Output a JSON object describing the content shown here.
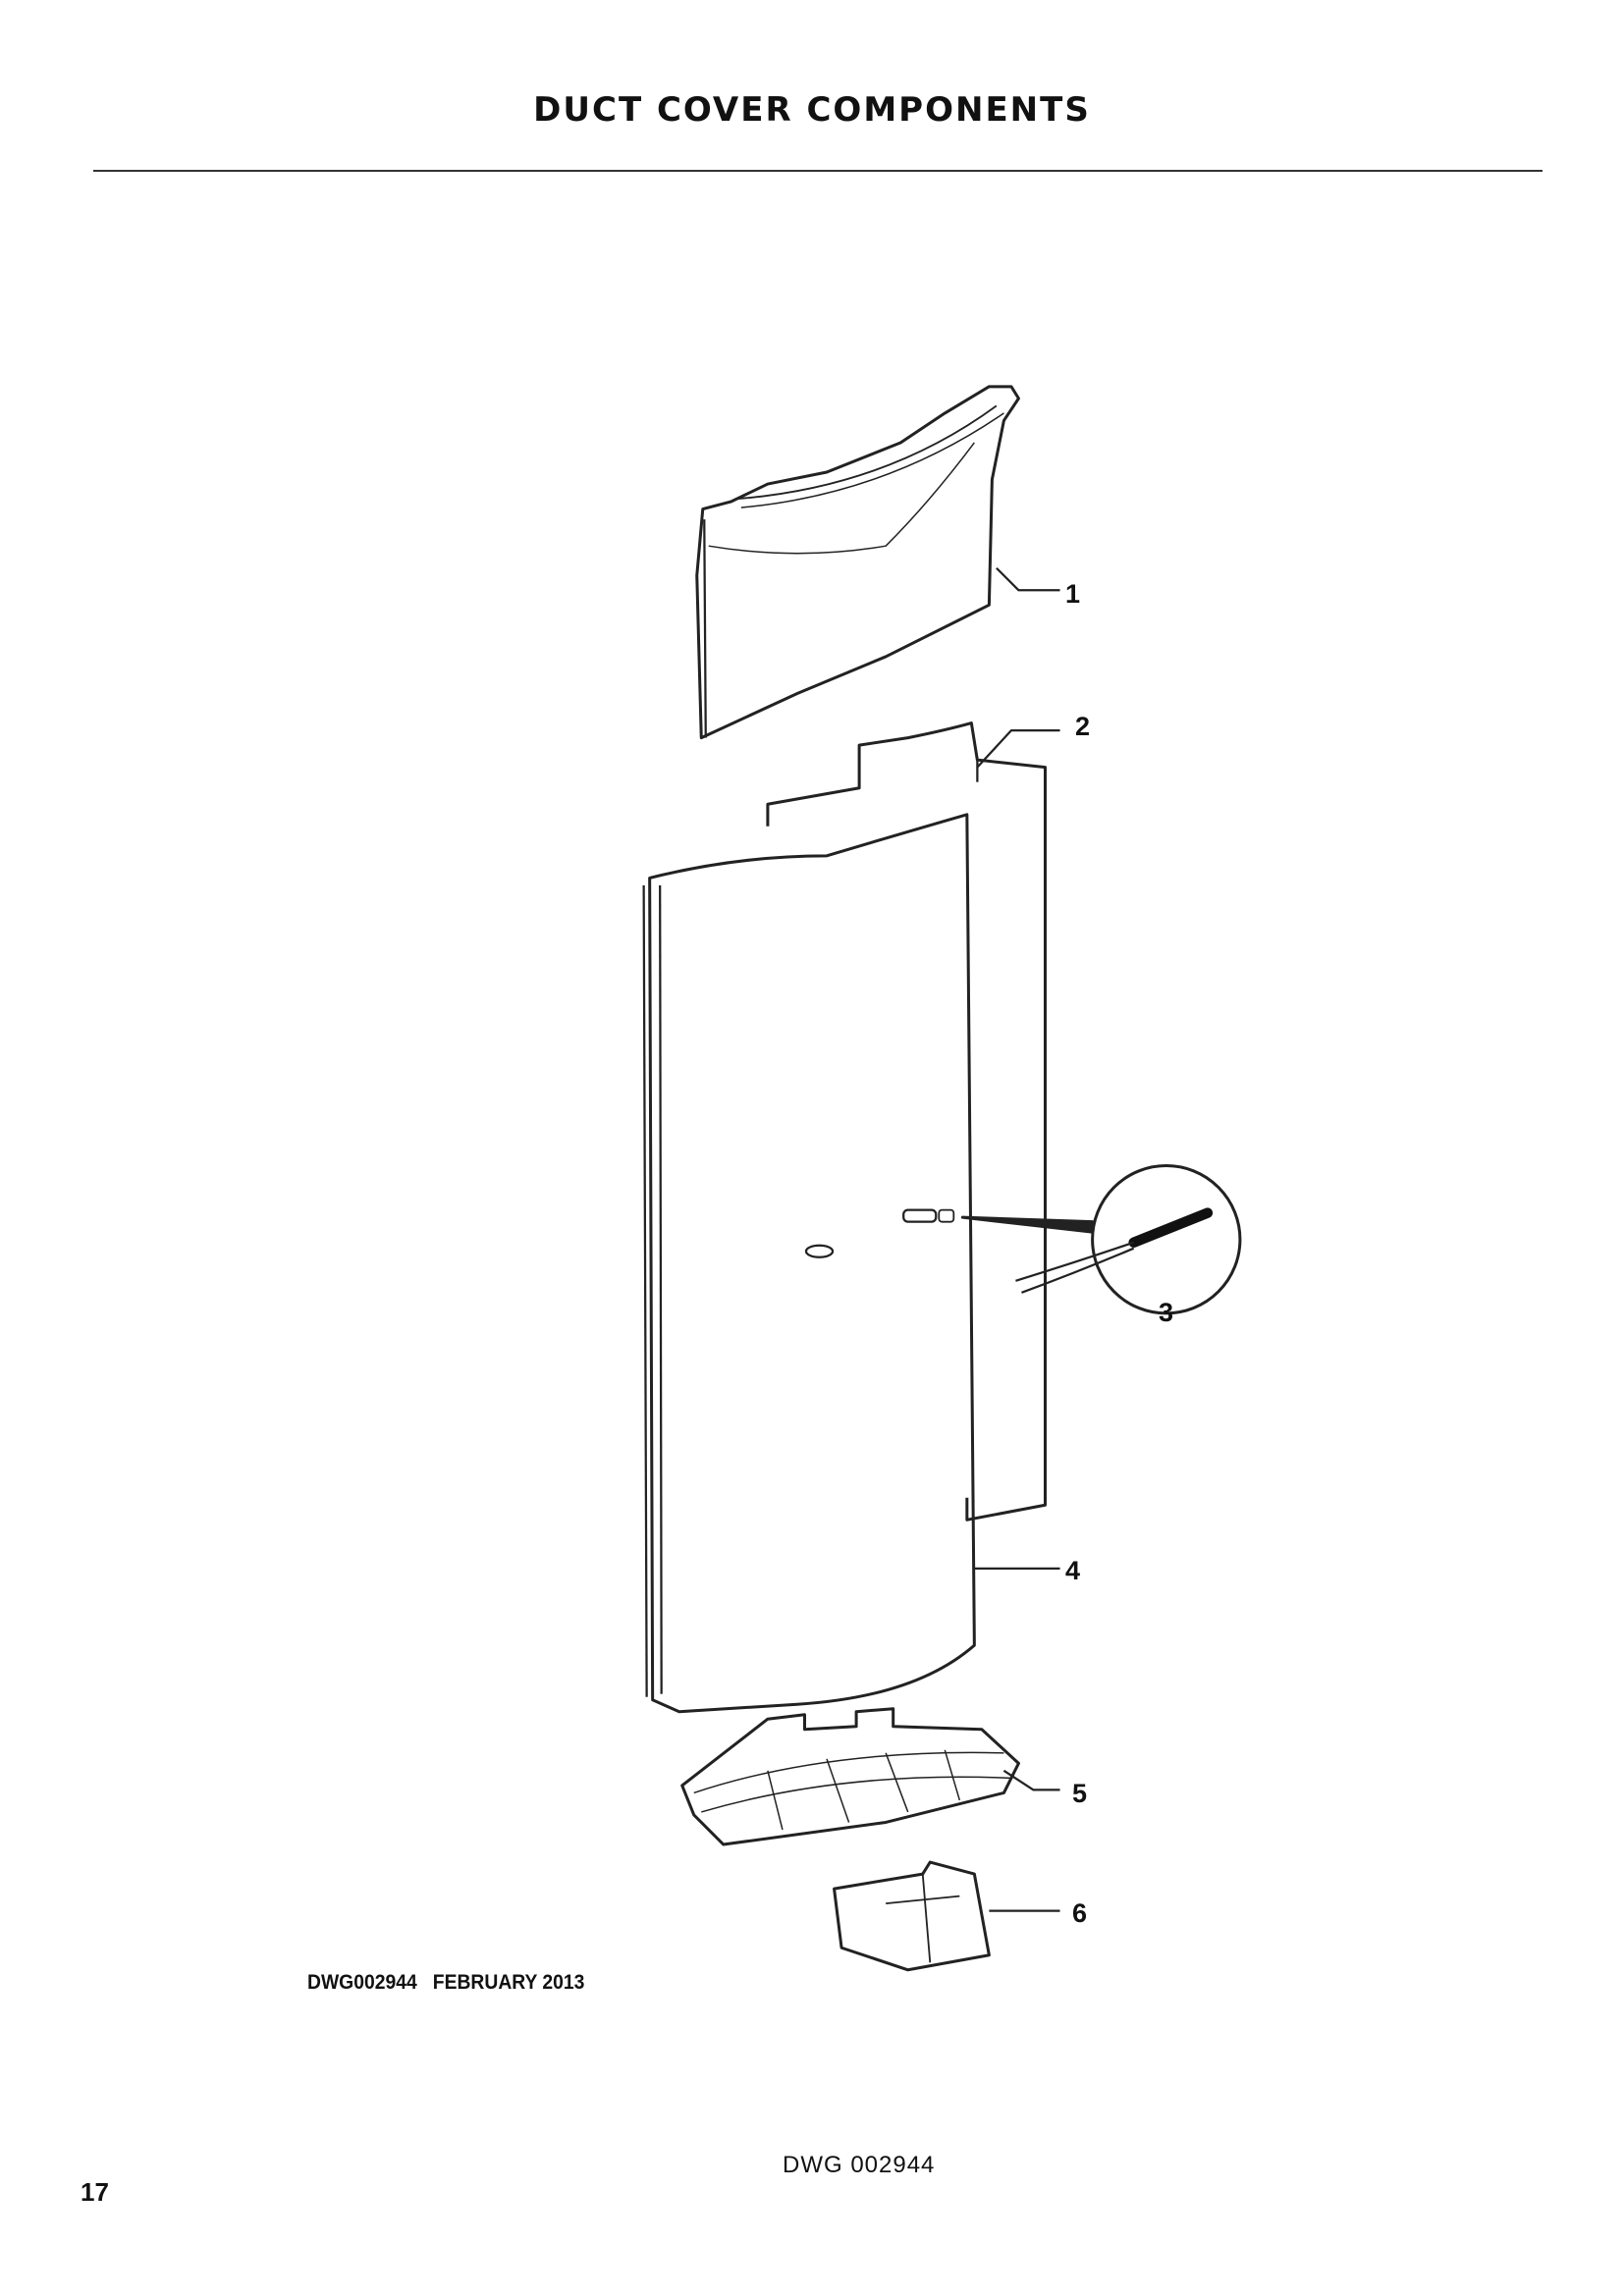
{
  "header": {
    "title": "DUCT COVER COMPONENTS"
  },
  "drawing": {
    "callouts": [
      "1",
      "2",
      "3",
      "4",
      "5",
      "6"
    ],
    "caption": "DWG002944   FEBRUARY 2013"
  },
  "footer": {
    "drawing_number": "DWG 002944",
    "page_number": "17"
  }
}
